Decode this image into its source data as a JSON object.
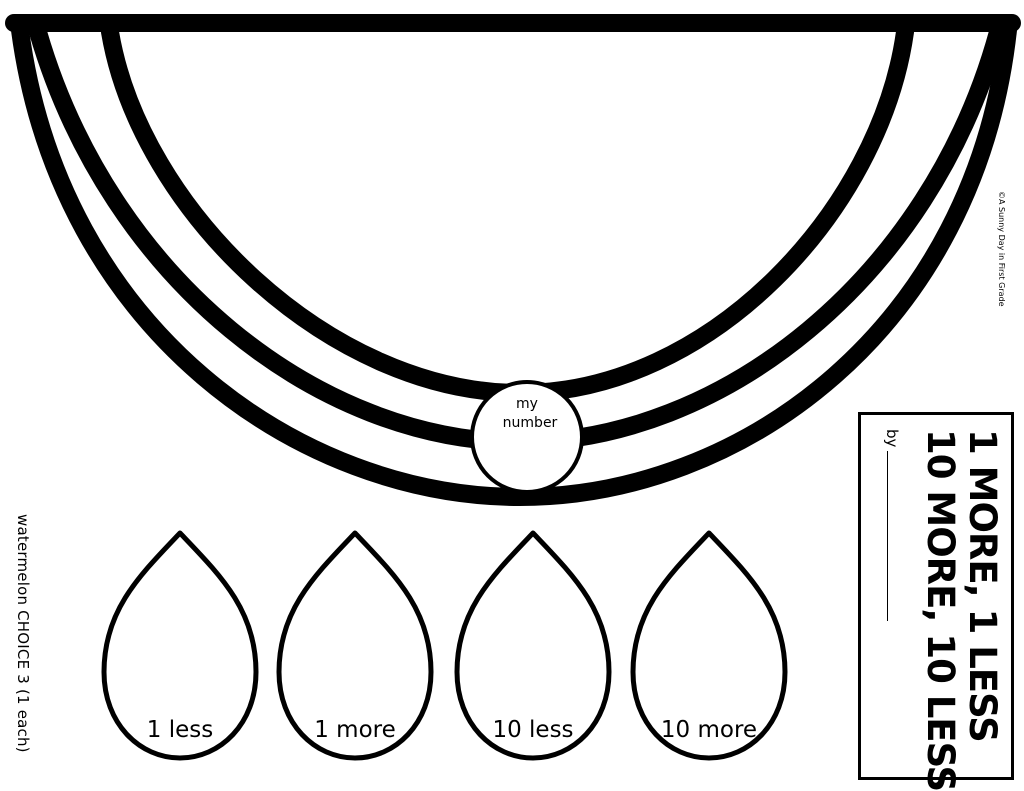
{
  "center_circle": {
    "line1": "my",
    "line2": "number"
  },
  "drops": [
    {
      "label": "1 less"
    },
    {
      "label": "1 more"
    },
    {
      "label": "10 less"
    },
    {
      "label": "10 more"
    }
  ],
  "title_card": {
    "line1": "1 MORE, 1 LESS",
    "line2": "10 MORE, 10 LESS",
    "by_label": "by"
  },
  "side_caption": "watermelon CHOICE 3 (1 each)",
  "copyright": "©A Sunny Day in First Grade",
  "colors": {
    "stroke": "#000000",
    "background": "#ffffff"
  }
}
